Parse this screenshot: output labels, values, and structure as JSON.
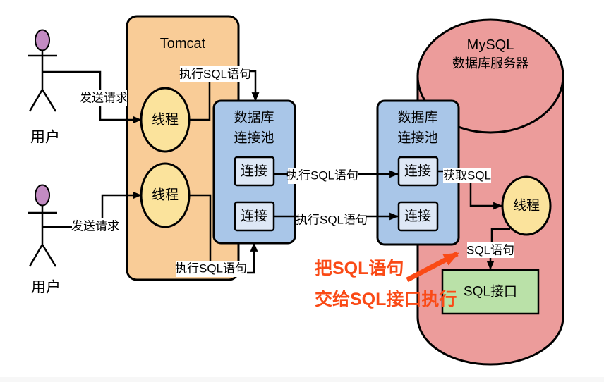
{
  "colors": {
    "tomcat_fill": "#F9CC97",
    "pool_fill": "#A9C6E8",
    "connection_fill": "#DEE8F6",
    "thread_fill": "#FBE39C",
    "mysql_fill": "#EC9C9B",
    "sql_interface_fill": "#BAE1A8",
    "actor_head_fill": "#C28BC2",
    "annotation_color": "#FA4A16",
    "page_edge_color": "#F7F7F7"
  },
  "actors": {
    "user1_label": "用户",
    "user2_label": "用户"
  },
  "tomcat": {
    "title": "Tomcat",
    "thread1_label": "线程",
    "thread2_label": "线程"
  },
  "labels": {
    "send_request_1": "发送请求",
    "send_request_2": "发送请求",
    "exec_sql_top": "执行SQL语句",
    "exec_sql_bottom": "执行SQL语句",
    "exec_sql_mid_top": "执行SQL语句",
    "exec_sql_mid_bottom": "执行SQL语句",
    "get_sql": "获取SQL",
    "sql_statement": "SQL语句"
  },
  "pools": {
    "left": {
      "title_line1": "数据库",
      "title_line2": "连接池",
      "connection1": "连接",
      "connection2": "连接"
    },
    "right": {
      "title_line1": "数据库",
      "title_line2": "连接池",
      "connection1": "连接",
      "connection2": "连接"
    }
  },
  "mysql": {
    "title_line1": "MySQL",
    "title_line2": "数据库服务器",
    "thread_label": "线程",
    "sql_interface_label": "SQL接口"
  },
  "annotation": {
    "line1": "把SQL语句",
    "line2": "交给SQL接口执行"
  }
}
